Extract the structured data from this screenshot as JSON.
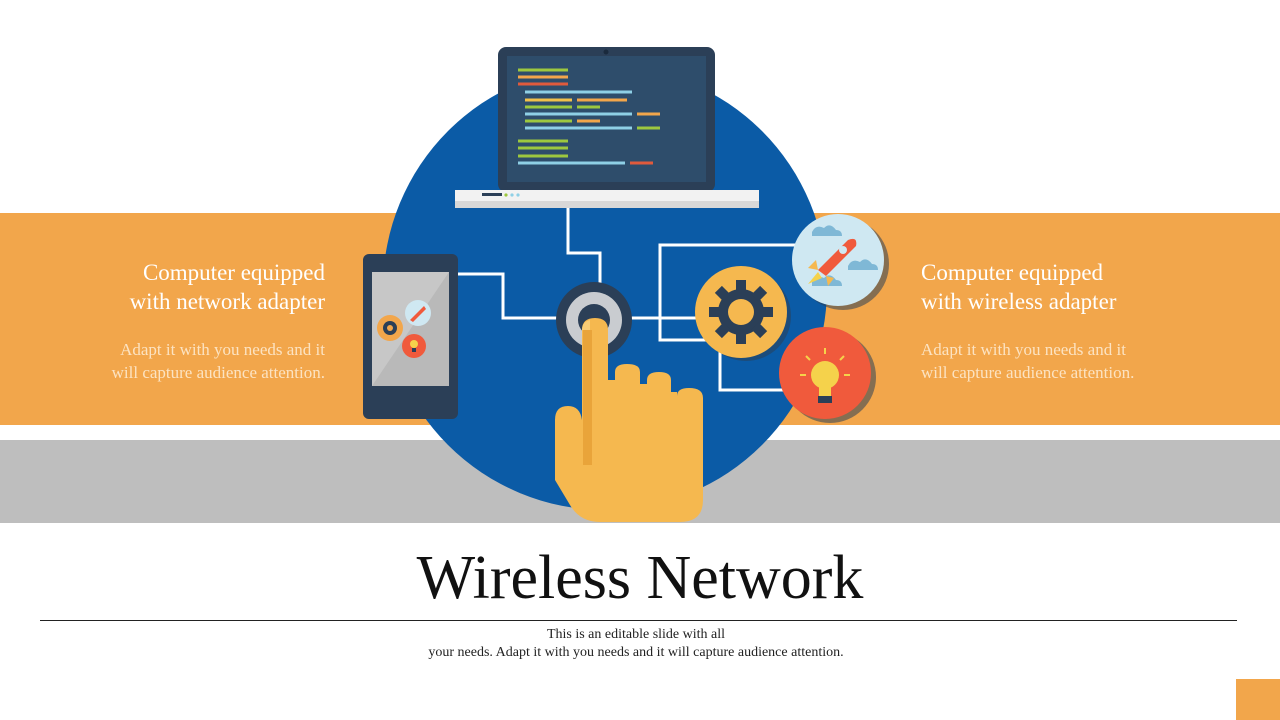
{
  "left_panel": {
    "heading_line1": "Computer equipped",
    "heading_line2": "with network adapter",
    "body_line1": "Adapt it with you needs and it",
    "body_line2": "will capture audience attention."
  },
  "right_panel": {
    "heading_line1": "Computer equipped",
    "heading_line2": "with wireless adapter",
    "body_line1": "Adapt it with you needs and it",
    "body_line2": "will capture audience attention."
  },
  "title": "Wireless Network",
  "subtitle": {
    "line1": "This is an editable slide with all",
    "line2": "your needs. Adapt it with you needs and it will capture audience attention."
  },
  "colors": {
    "accent_orange": "#F2A64B",
    "band_gray": "#BEBEBE",
    "circle_blue": "#0B5BA6",
    "hand_yellow": "#F5B84F",
    "bulb_red": "#F05A3C"
  },
  "icons": [
    "laptop-icon",
    "smartphone-icon",
    "gear-icon",
    "rocket-icon",
    "lightbulb-icon",
    "touch-button-icon",
    "pointing-hand-icon"
  ]
}
